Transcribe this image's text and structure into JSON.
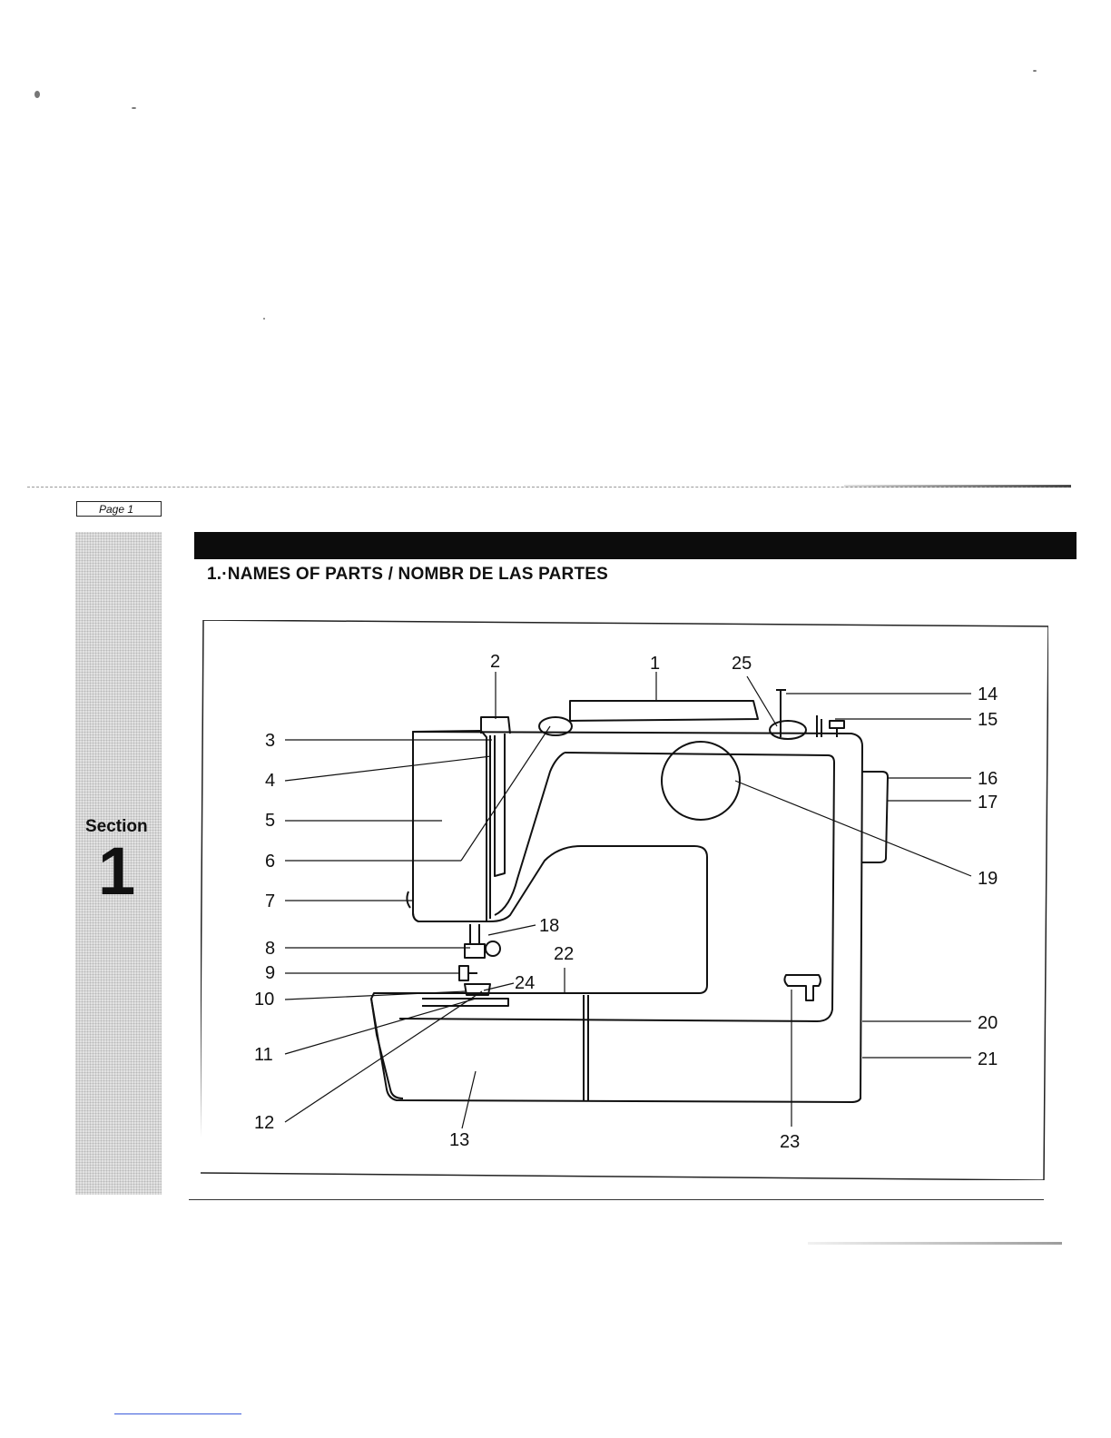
{
  "page_label": "Page 1",
  "section": {
    "word": "Section",
    "number": "1"
  },
  "heading": "1.·NAMES OF PARTS / NOMBR DE LAS PARTES",
  "diagram": {
    "callouts": [
      "1",
      "2",
      "3",
      "4",
      "5",
      "6",
      "7",
      "8",
      "9",
      "10",
      "11",
      "12",
      "13",
      "14",
      "15",
      "16",
      "17",
      "18",
      "19",
      "20",
      "21",
      "22",
      "23",
      "24",
      "25"
    ]
  }
}
